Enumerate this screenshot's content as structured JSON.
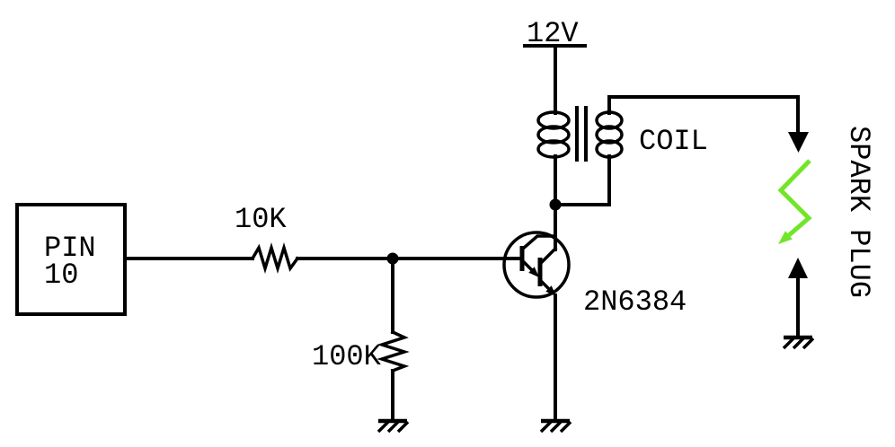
{
  "labels": {
    "supply_voltage": "12V",
    "pin_box_line1": "PIN",
    "pin_box_line2": "10",
    "base_resistor_value": "10K",
    "pulldown_resistor_value": "100K",
    "transistor_part": "2N6384",
    "coil": "COIL",
    "spark_plug": "SPARK PLUG"
  },
  "colors": {
    "ink": "#000000",
    "spark_green": "#72e529",
    "background": "#ffffff"
  }
}
